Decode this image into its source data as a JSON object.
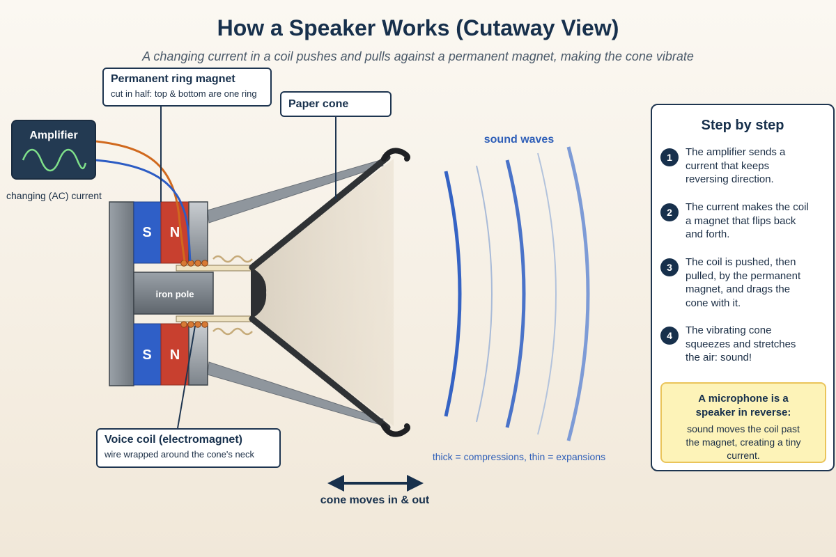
{
  "title": "How a Speaker Works (Cutaway View)",
  "subtitle": "A changing current in a coil pushes and pulls against a permanent magnet, making the cone vibrate",
  "amplifier": {
    "label": "Amplifier",
    "current_label": "changing (AC) current",
    "wire_colors": [
      "#d0691e",
      "#2c5cc4"
    ]
  },
  "magnet": {
    "south_label": "S",
    "north_label": "N",
    "pole_label": "iron pole",
    "colors": {
      "south": "#2f5fc7",
      "north": "#c8402f",
      "frame": "#8a9199"
    }
  },
  "callouts": {
    "permanent_magnet": {
      "title": "Permanent ring magnet",
      "subtitle": "cut in half: top & bottom are one ring"
    },
    "paper_cone": {
      "title": "Paper cone"
    },
    "voice_coil": {
      "title": "Voice coil (electromagnet)",
      "subtitle": "wire wrapped around the cone's neck"
    }
  },
  "sound_waves": {
    "label": "sound waves",
    "caption": "thick = compressions, thin = expansions",
    "color": "#3563c4"
  },
  "cone_motion_label": "cone moves in & out",
  "steps": {
    "heading": "Step by step",
    "items": [
      {
        "num": "1",
        "text": "The amplifier sends a current that keeps reversing direction."
      },
      {
        "num": "2",
        "text": "The current makes the coil a magnet that flips back and forth."
      },
      {
        "num": "3",
        "text": "The coil is pushed, then pulled, by the permanent magnet, and drags the cone with it."
      },
      {
        "num": "4",
        "text": "The vibrating cone squeezes and stretches the air: sound!"
      }
    ]
  },
  "microphone_note": {
    "title": "A microphone is a speaker in reverse:",
    "body": "sound moves the coil past the magnet, creating a tiny current."
  }
}
